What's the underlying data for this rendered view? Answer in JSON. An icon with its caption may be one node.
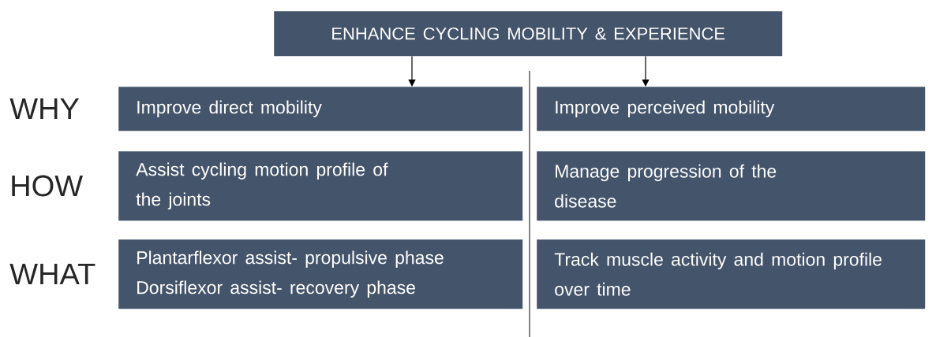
{
  "diagram": {
    "nodes": [
      {
        "text": [
          "ENHANCE CYCLING MOBILITY & EXPERIENCE"
        ]
      },
      {
        "text": [
          "Improve direct mobility"
        ]
      },
      {
        "text": [
          "Improve perceived mobility"
        ]
      },
      {
        "text": [
          "Assist cycling motion profile of the joints"
        ]
      },
      {
        "text": [
          "Manage progression of the disease"
        ]
      },
      {
        "text": [
          "Plantarflexor assist- propulsive phase",
          "Dorsiflexor assist- recovery phase"
        ]
      },
      {
        "text": [
          "Track muscle activity and motion profile over time"
        ]
      }
    ],
    "edges": [
      {
        "from": 0,
        "to": 1,
        "arrow": "to"
      },
      {
        "from": 0,
        "to": 2,
        "arrow": "to"
      }
    ],
    "labels": [
      "WHY",
      "HOW",
      "WHAT"
    ]
  }
}
